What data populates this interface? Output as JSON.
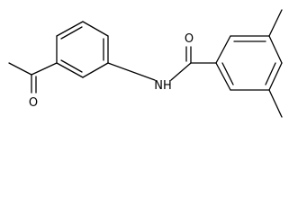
{
  "molecule": {
    "atom_labels": {
      "acetyl_oxygen": "O",
      "amide_oxygen": "O",
      "amide_nitrogen": "NH"
    }
  },
  "colors": {
    "bond": "#000000",
    "label": "#000000",
    "background": "#ffffff"
  }
}
